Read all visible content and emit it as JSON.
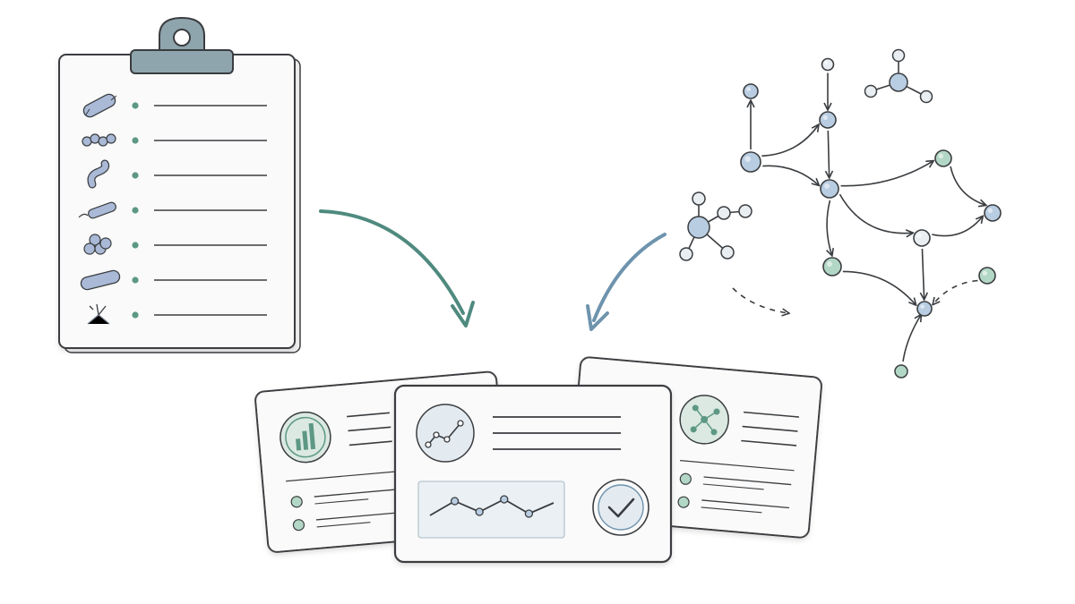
{
  "colors": {
    "background": "#ffffff",
    "ink": "#3a3d40",
    "paper": "#fafafa",
    "clip_metal": "#8fa5ad",
    "teal_arrow": "#4f8a7f",
    "blue_arrow": "#6e93ad",
    "node_blue": "#b9cde2",
    "node_teal": "#b3d7c6",
    "node_pale": "#e9eef2",
    "microbe_blue": "#a9b9d6",
    "panel_tint": "#eaf0f4",
    "chart_green": "#5d9885"
  },
  "clipboard": {
    "entries": [
      {
        "icon": "rod-bacterium-icon"
      },
      {
        "icon": "chain-cocci-icon"
      },
      {
        "icon": "curved-bacterium-icon"
      },
      {
        "icon": "spirillum-flagellum-icon"
      },
      {
        "icon": "cluster-cocci-icon"
      },
      {
        "icon": "bacillus-icon"
      },
      {
        "icon": "branched-filament-icon"
      }
    ]
  },
  "network": {
    "nodes": [
      {
        "id": "n1",
        "tone": "blue"
      },
      {
        "id": "n2",
        "tone": "pale"
      },
      {
        "id": "n3",
        "tone": "blue"
      },
      {
        "id": "n4",
        "tone": "blue"
      },
      {
        "id": "n5",
        "tone": "blue"
      },
      {
        "id": "n6",
        "tone": "teal"
      },
      {
        "id": "n7",
        "tone": "teal"
      },
      {
        "id": "n8",
        "tone": "pale"
      },
      {
        "id": "n9",
        "tone": "blue"
      },
      {
        "id": "n10",
        "tone": "teal"
      },
      {
        "id": "n11",
        "tone": "blue"
      },
      {
        "id": "n12",
        "tone": "teal"
      }
    ],
    "edges": [
      {
        "from": "n2",
        "to": "n3",
        "style": "solid"
      },
      {
        "from": "n4",
        "to": "n1",
        "style": "solid"
      },
      {
        "from": "n4",
        "to": "n3",
        "style": "solid"
      },
      {
        "from": "n3",
        "to": "n5",
        "style": "solid"
      },
      {
        "from": "n4",
        "to": "n5",
        "style": "solid"
      },
      {
        "from": "n5",
        "to": "n6",
        "style": "solid"
      },
      {
        "from": "n5",
        "to": "n7",
        "style": "solid"
      },
      {
        "from": "n5",
        "to": "n8",
        "style": "solid"
      },
      {
        "from": "n6",
        "to": "n9",
        "style": "solid"
      },
      {
        "from": "n8",
        "to": "n9",
        "style": "solid"
      },
      {
        "from": "n7",
        "to": "n11",
        "style": "solid"
      },
      {
        "from": "n8",
        "to": "n11",
        "style": "solid"
      },
      {
        "from": "n10",
        "to": "n11",
        "style": "dashed"
      },
      {
        "from": "n12",
        "to": "n11",
        "style": "solid"
      }
    ]
  },
  "flows": [
    {
      "name": "clipboard-to-cards",
      "color": "teal_arrow"
    },
    {
      "name": "network-to-cards",
      "color": "blue_arrow"
    }
  ],
  "cards": [
    {
      "name": "left-card",
      "icon": "bar-chart-icon",
      "bullet_rows": 2
    },
    {
      "name": "center-card",
      "icon": "line-chart-icon",
      "sparkline": [
        0.35,
        0.75,
        0.45,
        0.8,
        0.4,
        0.7
      ],
      "badge_icon": "check-icon"
    },
    {
      "name": "right-card",
      "icon": "network-icon",
      "bullet_rows": 2
    }
  ]
}
